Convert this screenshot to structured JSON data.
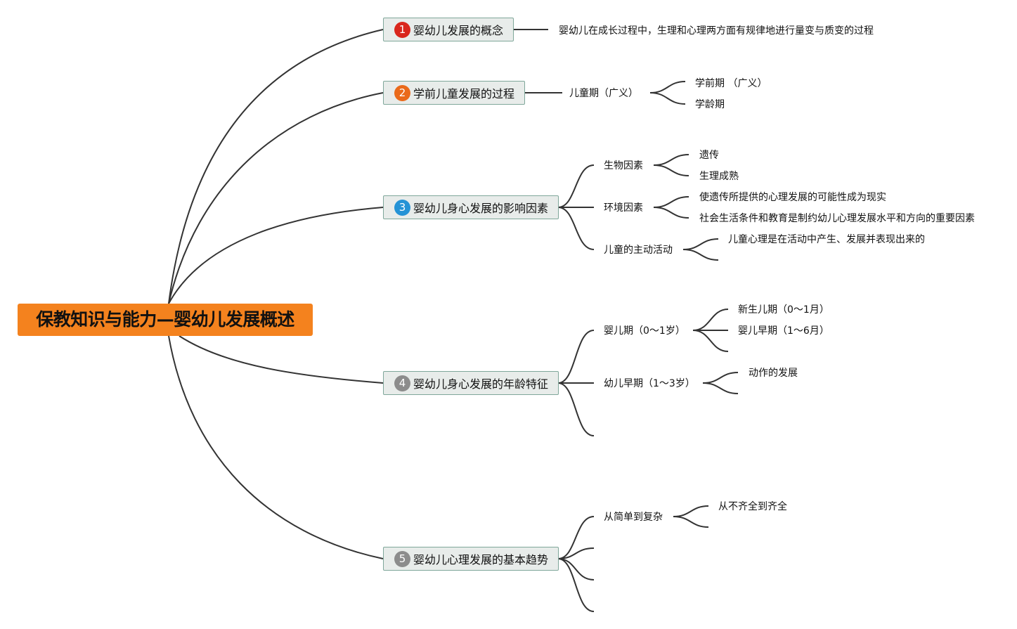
{
  "root": {
    "title": "保教知识与能力—婴幼儿发展概述"
  },
  "colors": {
    "root": "#f4821e",
    "line": "#333333",
    "badge1": "#d9261c",
    "badge2": "#ea6a1a",
    "badge3": "#2593d6",
    "badge4": "#8c8c8c",
    "badge5": "#8c8c8c"
  },
  "branches": [
    {
      "number": "1",
      "label": "婴幼儿发展的概念",
      "details": [
        "婴幼儿在成长过程中，生理和心理两方面有规律地进行量变与质变的过程"
      ]
    },
    {
      "number": "2",
      "label": "学前儿童发展的过程",
      "children": [
        {
          "label": "儿童期（广义）",
          "items": [
            "学前期 （广义）",
            "学龄期"
          ]
        }
      ]
    },
    {
      "number": "3",
      "label": "婴幼儿身心发展的影响因素",
      "children": [
        {
          "label": "生物因素",
          "items": [
            "遗传",
            "生理成熟"
          ]
        },
        {
          "label": "环境因素",
          "items": [
            "使遗传所提供的心理发展的可能性成为现实",
            "社会生活条件和教育是制约幼儿心理发展水平和方向的重要因素"
          ]
        },
        {
          "label": "儿童的主动活动",
          "items": [
            "儿童心理是在活动中产生、发展并表现出来的"
          ]
        }
      ]
    },
    {
      "number": "4",
      "label": "婴幼儿身心发展的年龄特征",
      "children": [
        {
          "label": "婴儿期（0～1岁）",
          "items": [
            "新生儿期（0～1月）",
            "婴儿早期（1～6月）"
          ]
        },
        {
          "label": "幼儿早期（1～3岁）",
          "items": [
            "动作的发展"
          ]
        }
      ]
    },
    {
      "number": "5",
      "label": "婴幼儿心理发展的基本趋势",
      "children": [
        {
          "label": "从简单到复杂",
          "items": [
            "从不齐全到齐全"
          ]
        }
      ]
    }
  ]
}
